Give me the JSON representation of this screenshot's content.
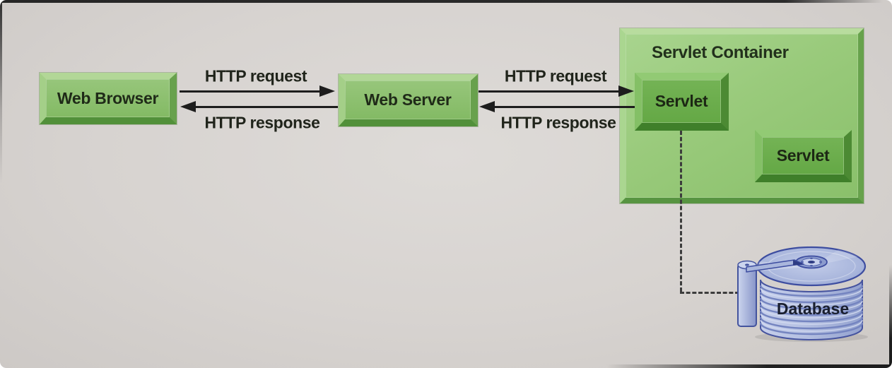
{
  "nodes": {
    "web_browser": {
      "label": "Web Browser"
    },
    "web_server": {
      "label": "Web Server"
    },
    "servlet_container": {
      "label": "Servlet Container"
    },
    "servlet_a": {
      "label": "Servlet"
    },
    "servlet_b": {
      "label": "Servlet"
    },
    "database": {
      "label": "Database"
    }
  },
  "edges": {
    "browser_to_server": {
      "label": "HTTP request",
      "direction": "right"
    },
    "server_to_browser": {
      "label": "HTTP response",
      "direction": "left"
    },
    "server_to_servlet": {
      "label": "HTTP request",
      "direction": "right"
    },
    "servlet_to_server": {
      "label": "HTTP response",
      "direction": "left"
    },
    "servlet_to_database": {
      "style": "dashed"
    }
  },
  "colors": {
    "background": "#d7d3d0",
    "frame": "#262626",
    "node_green_fill": "#8abf6c",
    "node_bevel_light": "#b2d797",
    "node_bevel_dark": "#52903a",
    "container_green_fill": "#9ccb7e",
    "servlet_green_fill": "#6cae4c",
    "arrow_black": "#1d1d1d",
    "dashed_line": "#3c3c3c",
    "database_blue_fill": "#b9c3e2",
    "database_blue_outline": "#44549e",
    "text_dark": "#1f2a18"
  }
}
